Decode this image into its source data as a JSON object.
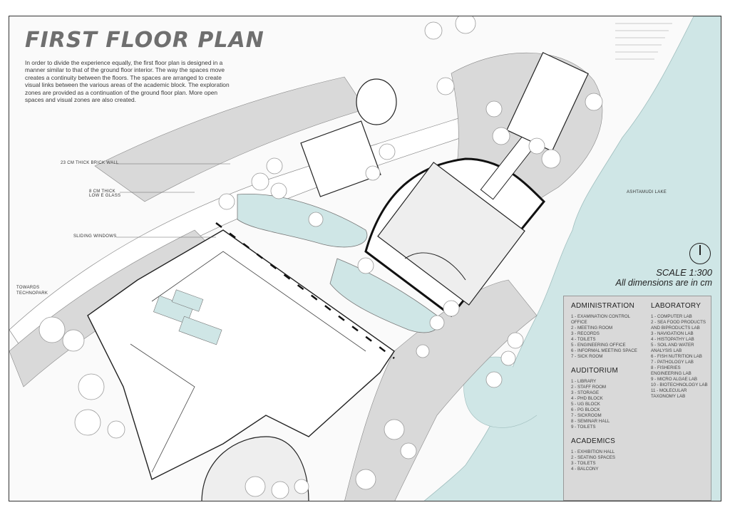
{
  "title": "FIRST FLOOR PLAN",
  "intro": "In order to divide the experience equally, the first floor plan is designed in a manner similar to that of the ground floor interior. The way the spaces move creates a continuity between the floors. The spaces are arranged to create visual links between the various areas of the academic block. The exploration zones are provided as a continuation of the ground floor plan. More open spaces and visual zones are also created.",
  "labels": {
    "brick_wall": "23 cm thick brick wall",
    "glass": "8 cm thick low e glass",
    "windows": "sliding windows",
    "lake": "ashtamudi lake",
    "towards_1": "towards",
    "towards_2": "technopark"
  },
  "scale": {
    "ratio": "SCALE 1:300",
    "note": "All dimensions are in cm"
  },
  "legend": {
    "administration": {
      "heading": "ADMINISTRATION",
      "items": [
        "1 - Examination control office",
        "2 - Meeting room",
        "3 - Records",
        "4 - Toilets",
        "5 - Engineering office",
        "6 - Informal meeting space",
        "7 - Sick room"
      ]
    },
    "auditorium": {
      "heading": "AUDITORIUM",
      "items": [
        "1 - Library",
        "2 - Staff room",
        "3 - Storage",
        "4 - PhD block",
        "5 - UG block",
        "6 - PG block",
        "7 - Sickroom",
        "8 - Seminar hall",
        "9 - Toilets"
      ]
    },
    "academics": {
      "heading": "ACADEMICS",
      "items": [
        "1 - Exhibition hall",
        "2 - Seating spaces",
        "3 - Toilets",
        "4 - Balcony"
      ]
    },
    "laboratory": {
      "heading": "LABORATORY",
      "items": [
        "1 - Computer lab",
        "2 - Sea food products and biproducts lab",
        "3 - Navigation lab",
        "4 - Histopathy lab",
        "5 - Soil and water analysis lab",
        "6 - Fish nutrition lab",
        "7 - Pathology lab",
        "8 - Fisheries engineering lab",
        "9 - Micro algae lab",
        "10 - Biotechnology lab",
        "11 - Molecular taxonomy lab"
      ]
    }
  },
  "colors": {
    "water": "#cfe6e6",
    "paved": "#d9d9d9",
    "paper": "#fafafa",
    "ink": "#222222"
  }
}
